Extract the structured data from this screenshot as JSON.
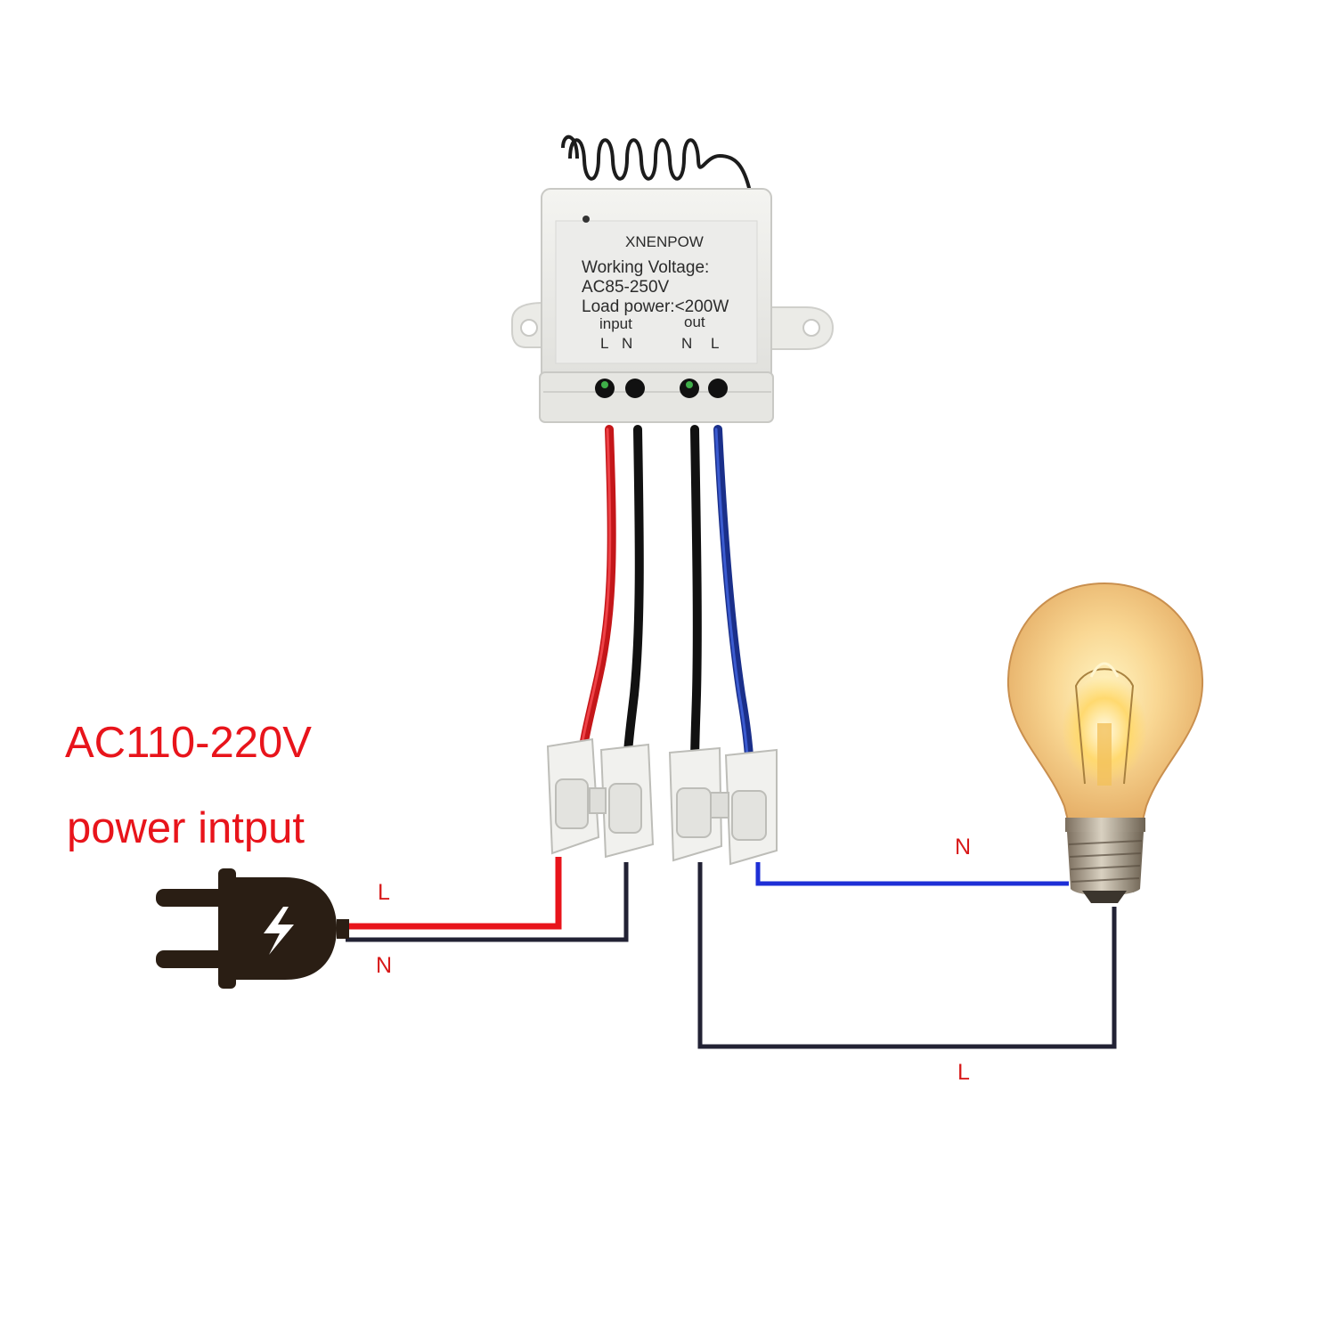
{
  "module": {
    "brand": "XNENPOW",
    "voltage_label": "Working Voltage:",
    "voltage_value": "AC85-250V",
    "load_power": "Load power:<200W",
    "input_label": "input",
    "output_label": "out",
    "input_L": "L",
    "input_N": "N",
    "output_N": "N",
    "output_L": "L"
  },
  "power": {
    "title": "AC110-220V",
    "subtitle": "power intput"
  },
  "wires": {
    "plug_live": "L",
    "plug_neutral": "N",
    "lamp_neutral": "N",
    "lamp_live": "L"
  },
  "colors": {
    "live_wire": "#e8141b",
    "neutral_wire": "#222234",
    "blue_wire": "#1e2fd6",
    "label_red": "#e8141b",
    "plug_dark": "#2a1e14",
    "module_body": "#eeeeea",
    "bulb_glow": "#f6c879"
  },
  "icons": [
    "antenna-coil-icon",
    "plug-icon",
    "lightning-icon",
    "light-bulb-icon"
  ]
}
